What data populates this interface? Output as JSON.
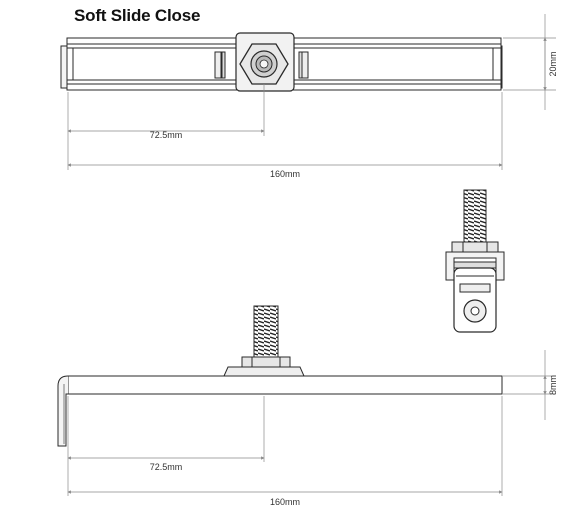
{
  "title": "Soft Slide Close",
  "top_view": {
    "offset_label": "72.5mm",
    "length_label": "160mm",
    "height_label": "20mm"
  },
  "side_view": {
    "offset_label": "72.5mm",
    "length_label": "160mm",
    "height_label": "8mm"
  },
  "colors": {
    "line": "#2a2a2a",
    "dimension": "#8a8a8a",
    "text": "#333333"
  }
}
